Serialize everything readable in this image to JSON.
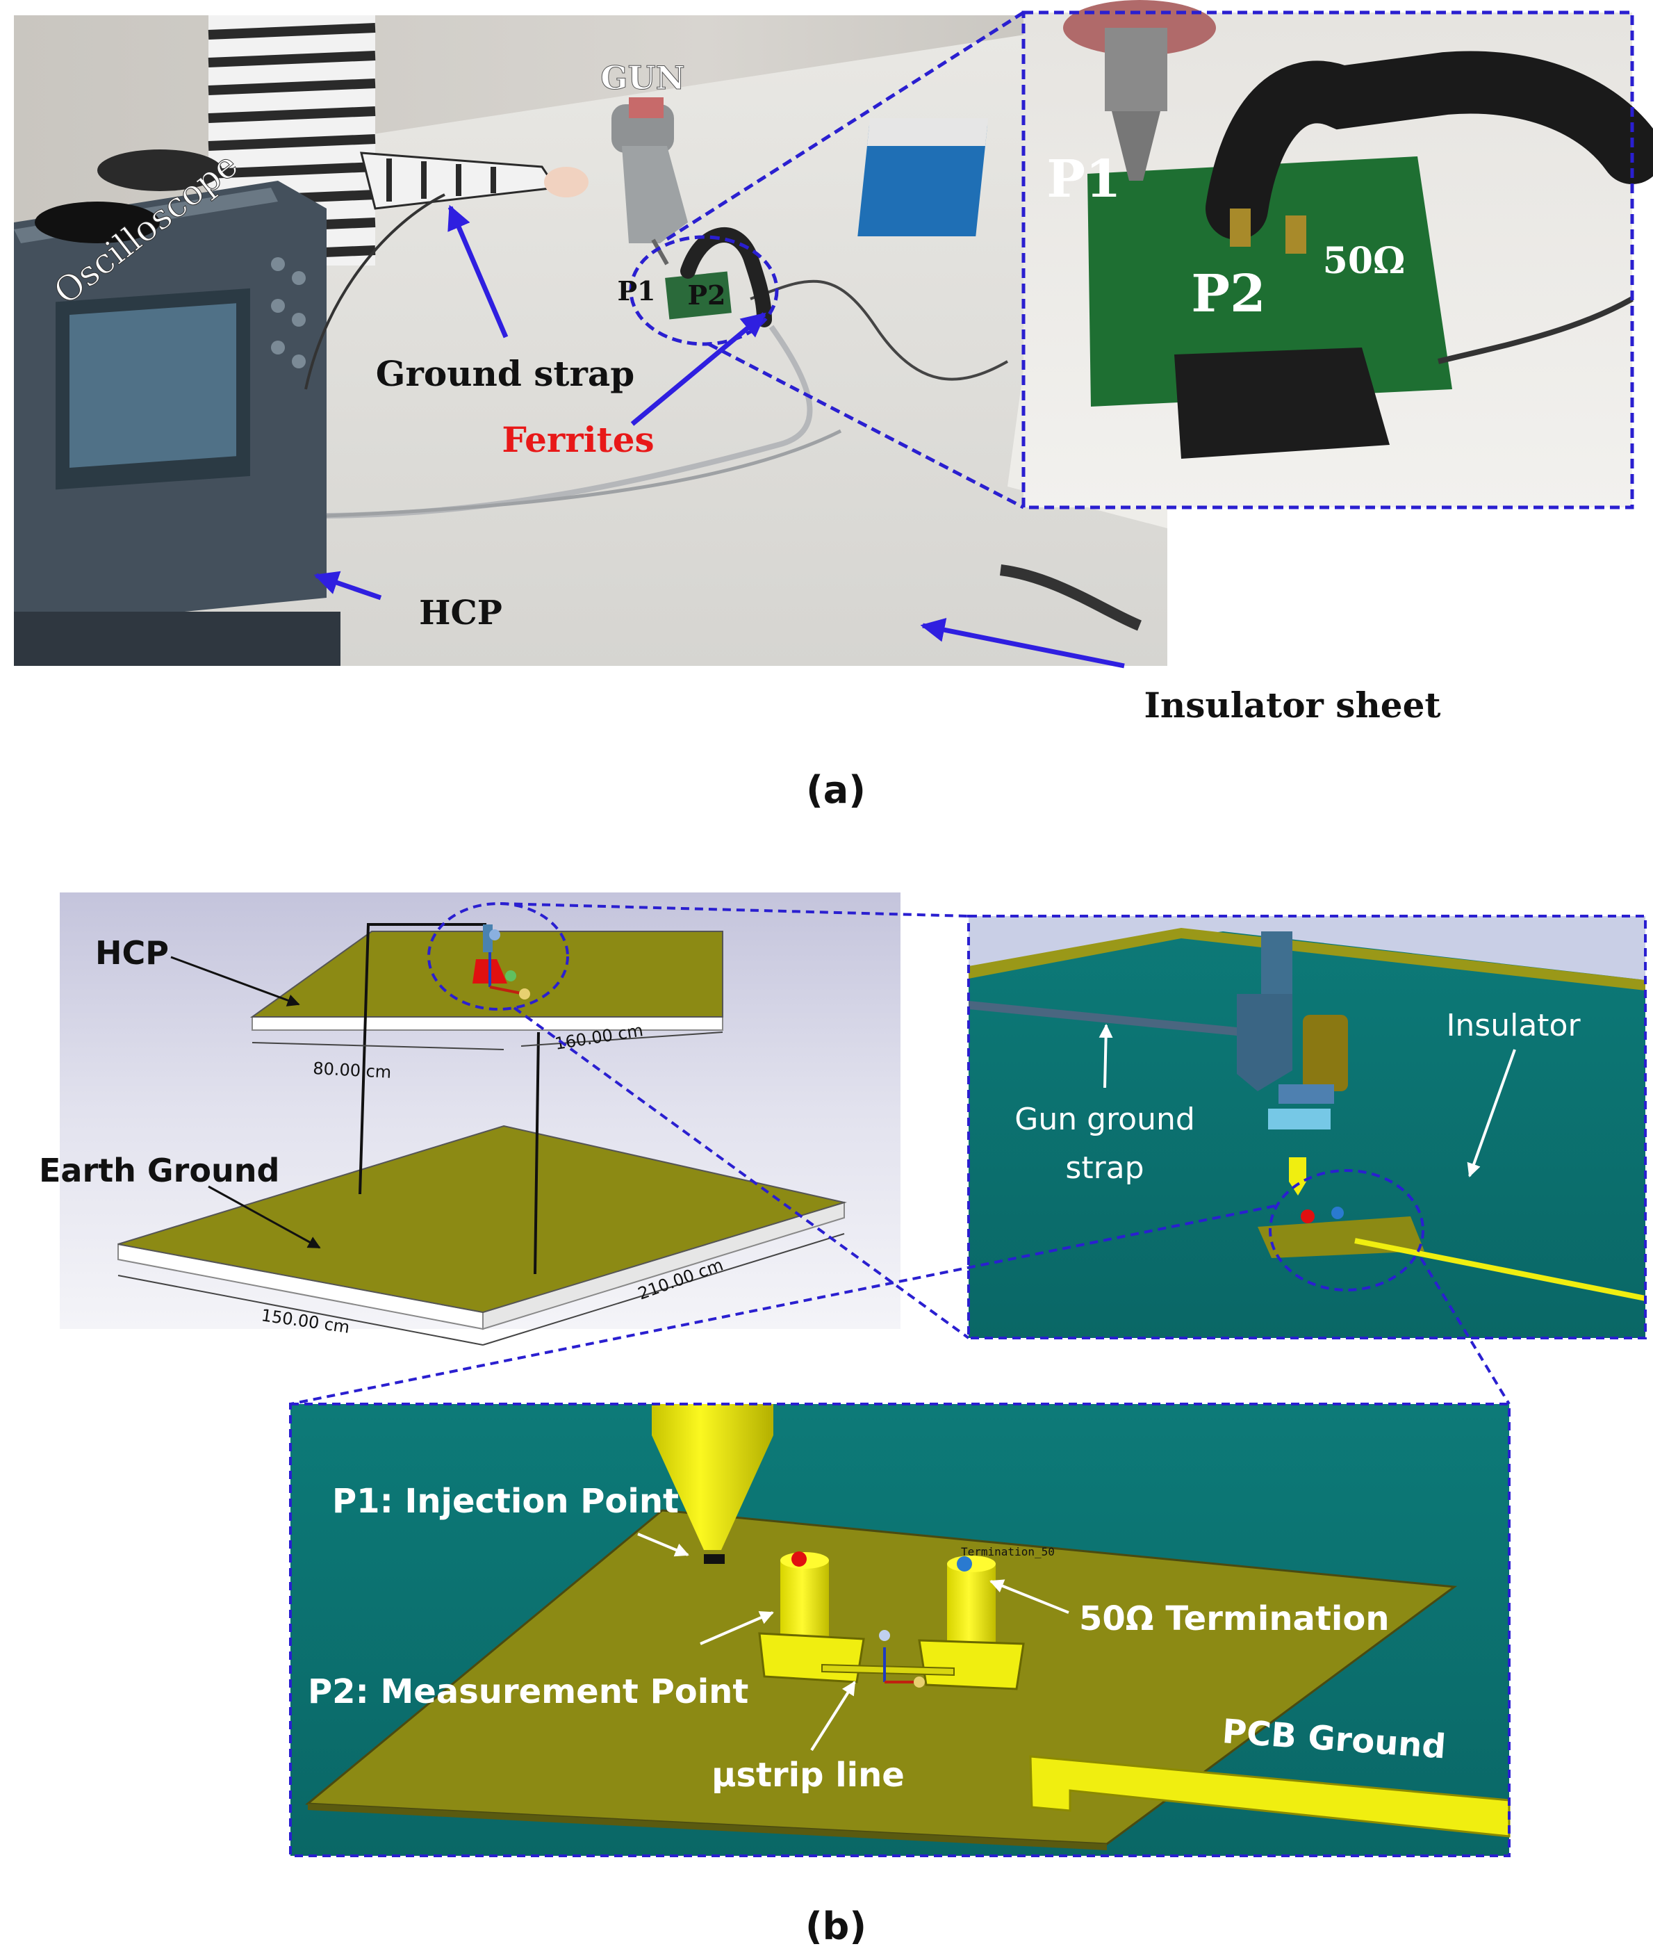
{
  "palette": {
    "arrow_blue": "#2f1fe0",
    "dash_blue": "#2a1fd0",
    "teal": "#0a6a68",
    "olive": "#8c8a14",
    "yellow": "#f0ee10",
    "ferrite_red": "#e81818",
    "pcb_green": "#1a6a30"
  },
  "panel_a": {
    "caption": "(a)",
    "labels": {
      "gun": "GUN",
      "oscilloscope": "Oscilloscope",
      "ground_strap": "Ground strap",
      "ferrites": "Ferrites",
      "hcp": "HCP",
      "insulator_sheet": "Insulator sheet",
      "p1": "P1",
      "p2": "P2"
    },
    "inset": {
      "p1": "P1",
      "p2": "P2",
      "termination": "50Ω"
    }
  },
  "panel_b": {
    "caption": "(b)",
    "overview": {
      "hcp": "HCP",
      "earth_ground": "Earth Ground",
      "dim_80": "80.00 cm",
      "dim_160": "160.00 cm",
      "dim_150": "150.00 cm",
      "dim_210": "210.00 cm"
    },
    "zoom1": {
      "insulator": "Insulator",
      "gun_ground_strap_l1": "Gun ground",
      "gun_ground_strap_l2": "strap"
    },
    "zoom2": {
      "p1": "P1: Injection Point",
      "p2": "P2: Measurement Point",
      "termination": "50Ω Termination",
      "microstrip": "µstrip line",
      "pcb_ground": "PCB Ground",
      "term_tag": "Termination_50"
    }
  }
}
